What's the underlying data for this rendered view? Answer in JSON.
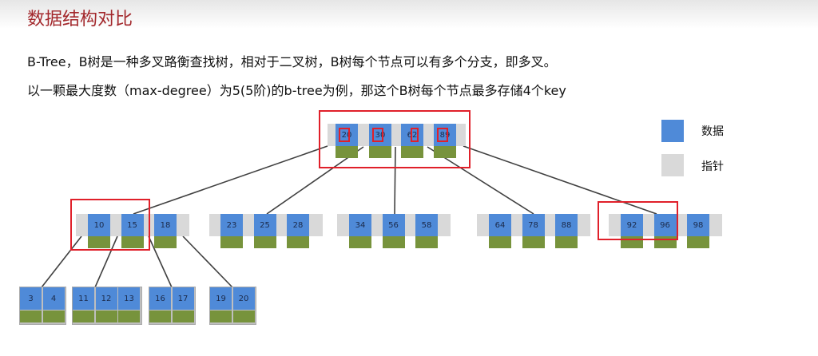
{
  "title": "数据结构对比",
  "text_lines": [
    "B-Tree，B树是一种多叉路衡查找树，相对于二叉树，B树每个节点可以有多个分支，即多叉。",
    "以一颗最大度数（max-degree）为5(5阶)的b-tree为例，那这个B树每个节点最多存储4个key"
  ],
  "legend": {
    "data": "数据",
    "pointer": "指针"
  },
  "colors": {
    "data": "#4f8ad8",
    "pointer": "#d9d9d9",
    "highlight": "#e0202a",
    "child": "#77933c"
  },
  "root": [
    "20",
    "30",
    "62",
    "89"
  ],
  "level2": [
    [
      "10",
      "15",
      "18"
    ],
    [
      "23",
      "25",
      "28"
    ],
    [
      "34",
      "56",
      "58"
    ],
    [
      "64",
      "78",
      "88"
    ],
    [
      "92",
      "96",
      "98"
    ]
  ],
  "leaves": [
    [
      "3",
      "4"
    ],
    [
      "11",
      "12",
      "13"
    ],
    [
      "16",
      "17"
    ],
    [
      "19",
      "20"
    ]
  ]
}
